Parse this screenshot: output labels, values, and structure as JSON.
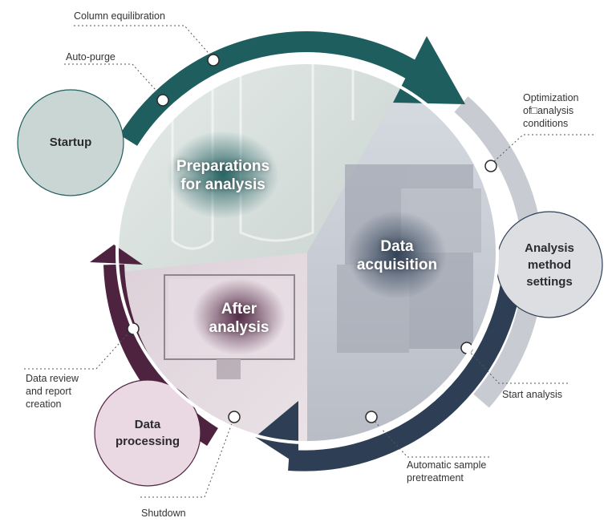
{
  "colors": {
    "teal": "#1f5e5e",
    "slate": "#2e3f55",
    "plum": "#4e2340",
    "grey_ring": "#c8ccd2",
    "startup_fill": "#c9d6d3",
    "analysis_fill": "#dcdee2",
    "processing_fill": "#ead8e3"
  },
  "nodes": {
    "startup": "Startup",
    "analysis_method": "Analysis\nmethod\nsettings",
    "data_processing": "Data\nprocessing"
  },
  "phases": {
    "preparations": "Preparations\nfor analysis",
    "acquisition": "Data\nacquisition",
    "after": "After\nanalysis"
  },
  "labels": {
    "column_equilibration": "Column equilibration",
    "auto_purge": "Auto-purge",
    "optimization": "Optimization\nof□analysis\nconditions",
    "start_analysis": "Start analysis",
    "automatic_pretreatment": "Automatic sample\npretreatment",
    "data_review": "Data review\nand report\ncreation",
    "shutdown": "Shutdown"
  }
}
